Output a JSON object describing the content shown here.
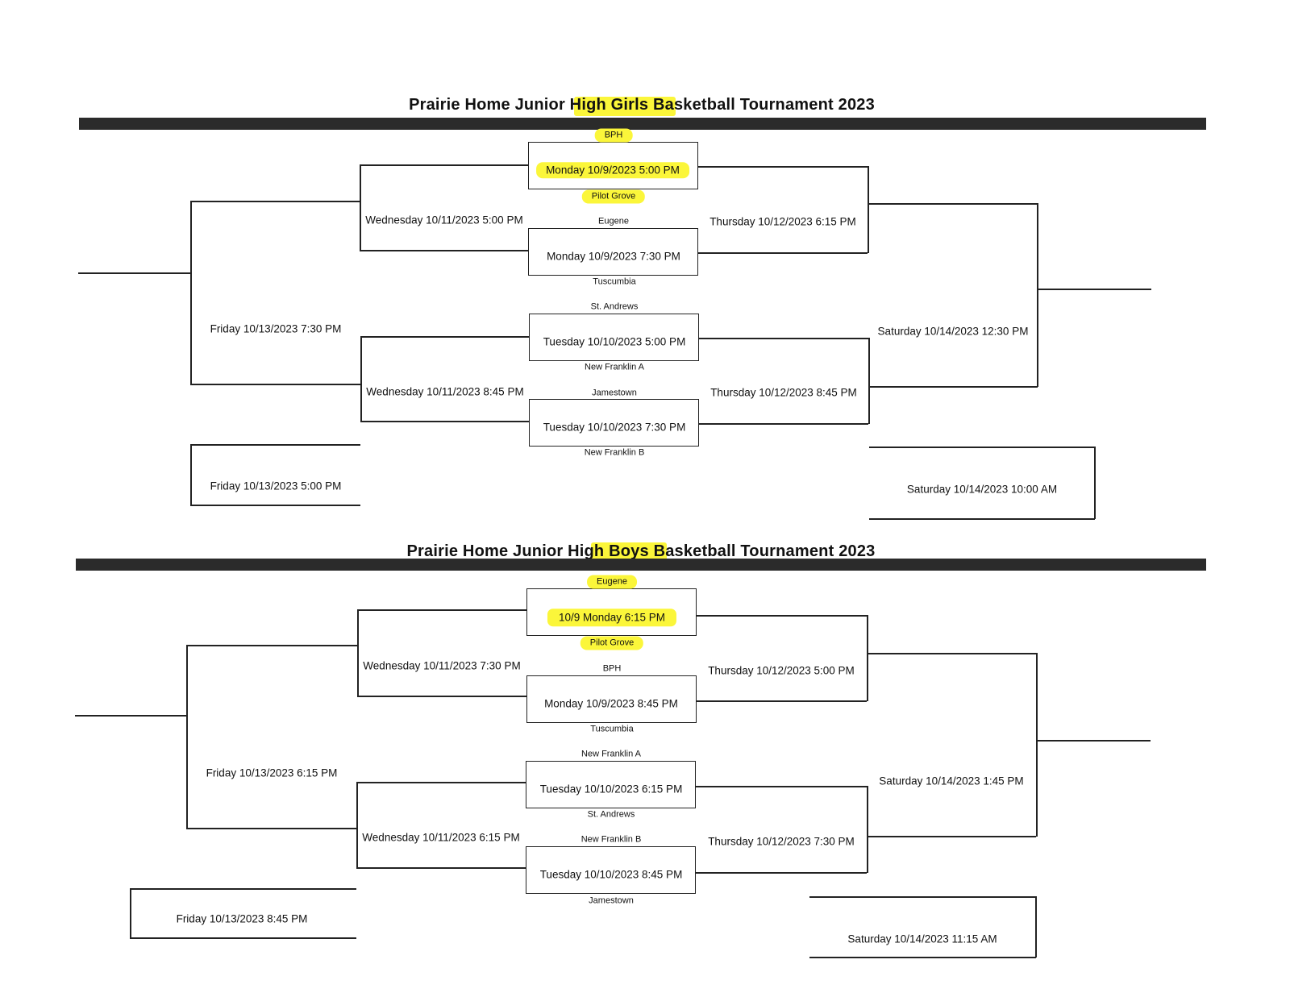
{
  "girls": {
    "title": "Prairie Home Junior High Girls Basketball Tournament 2023",
    "games": {
      "r1_top": "Monday 10/9/2023 5:00 PM",
      "r1_2": "Monday 10/9/2023 7:30 PM",
      "r1_3": "Tuesday 10/10/2023 5:00 PM",
      "r1_4": "Tuesday 10/10/2023 7:30 PM",
      "left_upper": "Wednesday 10/11/2023 5:00 PM",
      "left_lower": "Wednesday 10/11/2023 8:45 PM",
      "left_final": "Friday 10/13/2023 7:30 PM",
      "left_consolation": "Friday 10/13/2023 5:00 PM",
      "right_upper": "Thursday 10/12/2023 6:15 PM",
      "right_lower": "Thursday 10/12/2023 8:45 PM",
      "right_final": "Saturday 10/14/2023 12:30 PM",
      "right_consolation": "Saturday 10/14/2023 10:00 AM"
    },
    "teams": [
      "BPH",
      "Pilot Grove",
      "Eugene",
      "Tuscumbia",
      "St. Andrews",
      "New Franklin A",
      "Jamestown",
      "New Franklin B"
    ]
  },
  "boys": {
    "title": "Prairie Home Junior High Boys Basketball Tournament 2023",
    "games": {
      "r1_top": "10/9 Monday 6:15 PM",
      "r1_2": "Monday 10/9/2023 8:45 PM",
      "r1_3": "Tuesday 10/10/2023 6:15 PM",
      "r1_4": "Tuesday 10/10/2023 8:45 PM",
      "left_upper": "Wednesday 10/11/2023 7:30 PM",
      "left_lower": "Wednesday 10/11/2023 6:15 PM",
      "left_final": "Friday 10/13/2023 6:15 PM",
      "left_consolation": "Friday 10/13/2023 8:45 PM",
      "right_upper": "Thursday 10/12/2023 5:00 PM",
      "right_lower": "Thursday 10/12/2023 7:30 PM",
      "right_final": "Saturday 10/14/2023 1:45 PM",
      "right_consolation": "Saturday 10/14/2023 11:15 AM"
    },
    "teams": [
      "Eugene",
      "Pilot Grove",
      "BPH",
      "Tuscumbia",
      "New Franklin A",
      "St. Andrews",
      "New Franklin B",
      "Jamestown"
    ]
  },
  "colors": {
    "highlight": "#fbf63a",
    "ink": "#222222",
    "bar": "#2b2b2b"
  }
}
